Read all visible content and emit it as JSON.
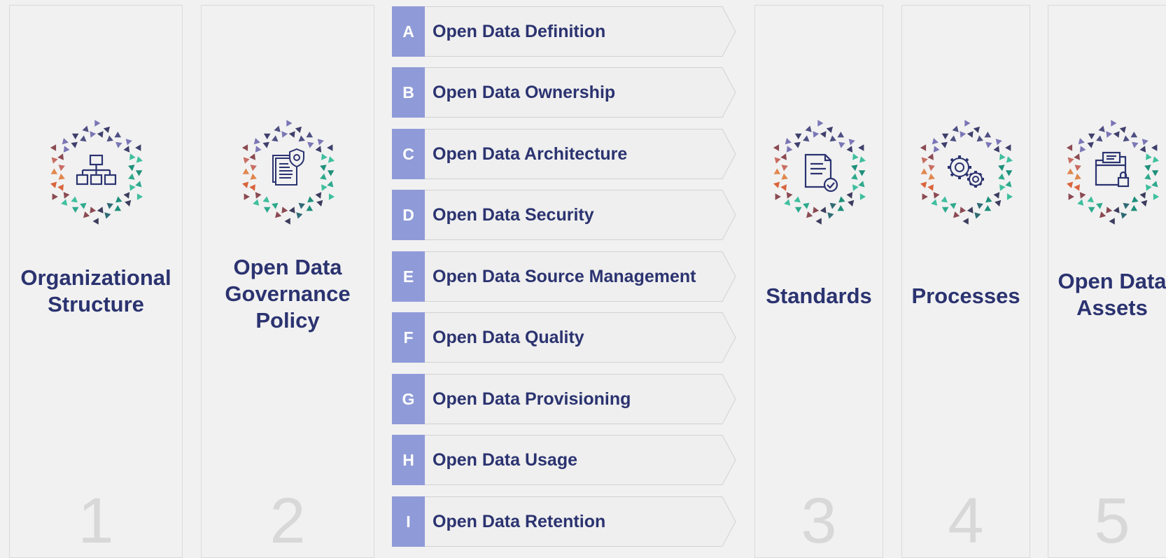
{
  "pillars": [
    {
      "id": "org",
      "title": [
        "Organizational",
        "Structure"
      ],
      "number": "1",
      "icon": "org-chart-icon"
    },
    {
      "id": "policy",
      "title": [
        "Open Data",
        "Governance",
        "Policy"
      ],
      "number": "2",
      "icon": "policy-document-icon"
    },
    {
      "id": "standards",
      "title": [
        "Standards"
      ],
      "number": "3",
      "icon": "checked-document-icon"
    },
    {
      "id": "processes",
      "title": [
        "Processes"
      ],
      "number": "4",
      "icon": "gears-icon"
    },
    {
      "id": "assets",
      "title": [
        "Open Data",
        "Assets"
      ],
      "number": "5",
      "icon": "locked-folder-icon"
    }
  ],
  "elements": [
    {
      "letter": "A",
      "label": "Open Data Definition"
    },
    {
      "letter": "B",
      "label": "Open Data Ownership"
    },
    {
      "letter": "C",
      "label": "Open Data Architecture"
    },
    {
      "letter": "D",
      "label": "Open Data Security"
    },
    {
      "letter": "E",
      "label": "Open Data Source Management"
    },
    {
      "letter": "F",
      "label": "Open Data Quality"
    },
    {
      "letter": "G",
      "label": "Open Data Provisioning"
    },
    {
      "letter": "H",
      "label": "Open Data Usage"
    },
    {
      "letter": "I",
      "label": "Open Data Retention"
    }
  ],
  "colors": {
    "title": "#2b3370",
    "letter_box": "#8f9bd8",
    "number": "#d8d8d8",
    "ring": [
      "#3e3f6b",
      "#4e4f82",
      "#7b76b5",
      "#d9643d",
      "#e0884f",
      "#c86d62",
      "#8b4a52",
      "#2ea98c",
      "#3fbf9e",
      "#1e8f7a",
      "#2f6a74",
      "#3c3d5e"
    ]
  }
}
